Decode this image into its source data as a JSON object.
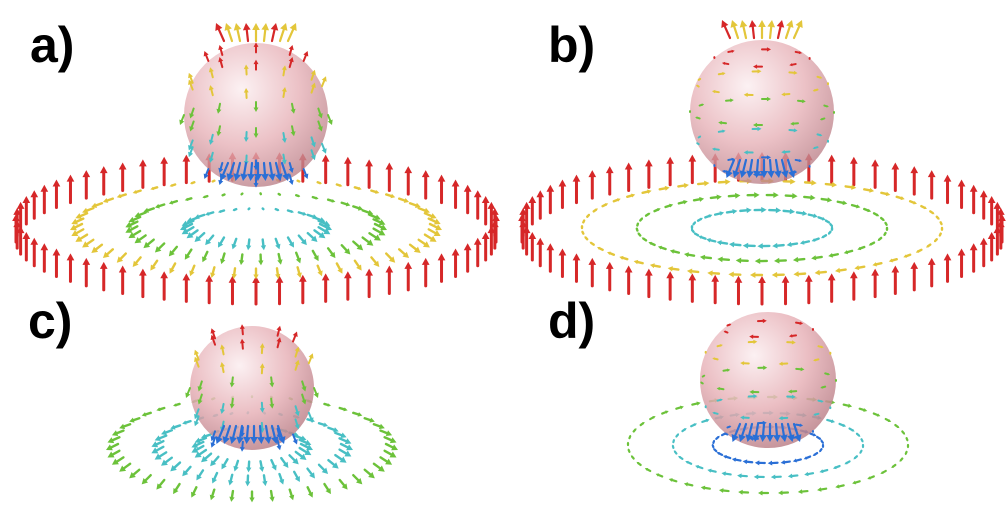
{
  "panels": [
    {
      "label": "a)",
      "ring": "fan",
      "ring_colors": [
        "#d62728",
        "#e0c83a",
        "#7ccc3a"
      ],
      "sphere_pattern": "radial",
      "inner_core": true
    },
    {
      "label": "b)",
      "ring": "fan",
      "ring_colors": [
        "#d62728",
        "#e0c83a",
        "#7ccc3a"
      ],
      "sphere_pattern": "bands",
      "inner_core": true
    },
    {
      "label": "c)",
      "ring": "fan",
      "ring_colors": [
        "#7ccc3a",
        "#4fc0c0"
      ],
      "sphere_pattern": "radial",
      "inner_core": true
    },
    {
      "label": "d)",
      "ring": "tangent",
      "ring_colors": [
        "#5fbf3a"
      ],
      "sphere_pattern": "bands",
      "inner_core": true
    }
  ],
  "colors": {
    "red": "#d62728",
    "yellow": "#e3c63a",
    "green": "#6cc23a",
    "cyan": "#48bfc4",
    "blue": "#2a6fd6",
    "sphere": "#e8a6ad"
  }
}
